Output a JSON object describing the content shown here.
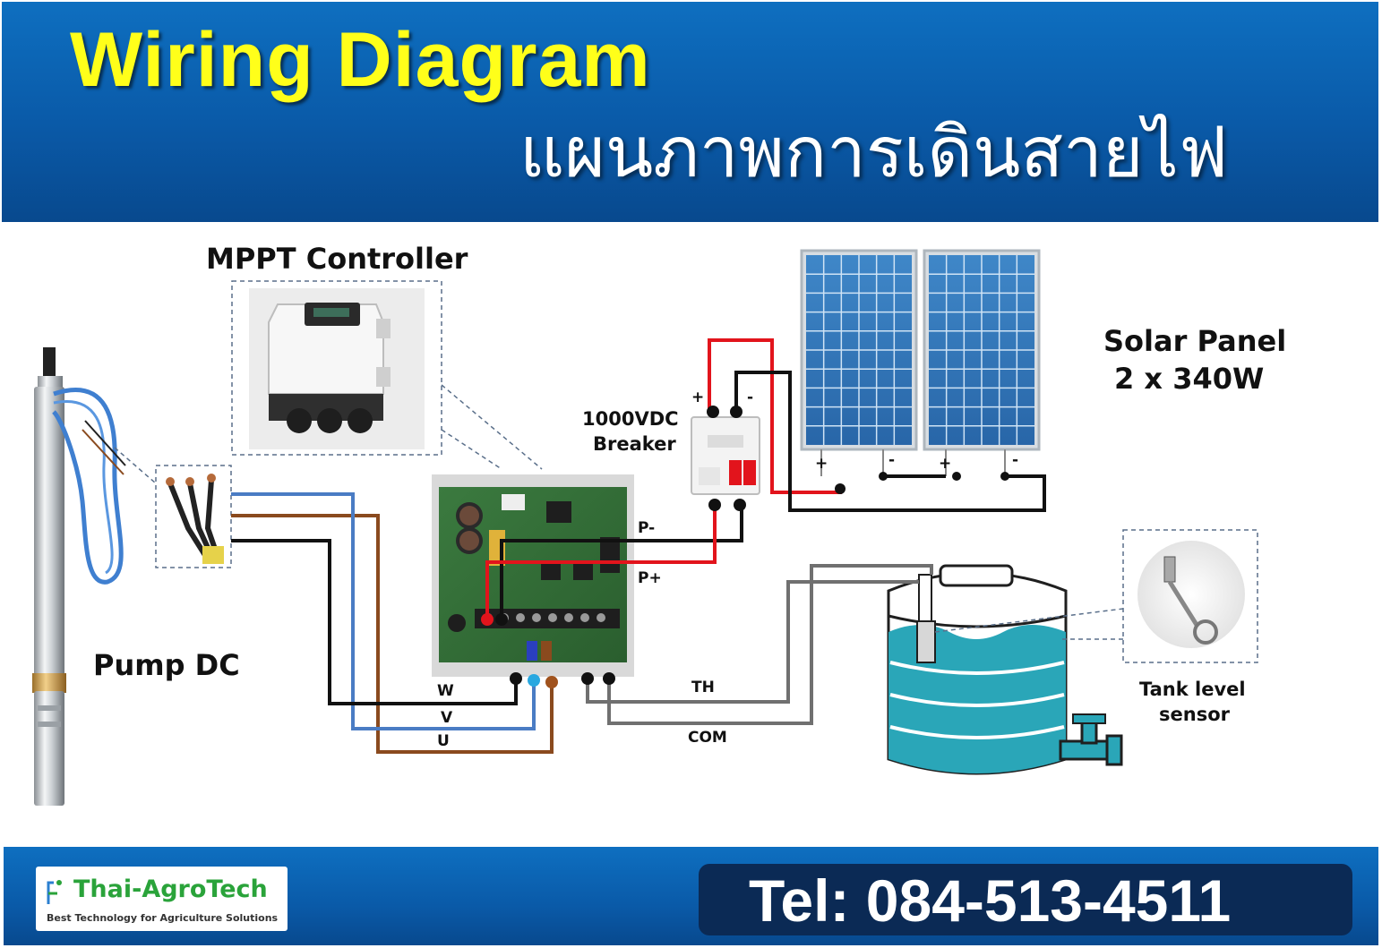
{
  "header": {
    "title_en": "Wiring Diagram",
    "title_th": "แผนภาพการเดินสายไฟ"
  },
  "components": {
    "controller_label": "MPPT Controller",
    "pump_label": "Pump DC",
    "breaker_line1": "1000VDC",
    "breaker_line2": "Breaker",
    "solar_line1": "Solar Panel",
    "solar_line2": "2 x 340W",
    "sensor_line1": "Tank level",
    "sensor_line2": "sensor"
  },
  "terminals": {
    "p_minus": "P-",
    "p_plus": "P+",
    "w": "W",
    "v": "V",
    "u": "U",
    "th": "TH",
    "com": "COM",
    "breaker_plus": "+",
    "breaker_minus": "-",
    "panel1_plus": "+",
    "panel1_minus": "-",
    "panel2_plus": "+",
    "panel2_minus": "-"
  },
  "footer": {
    "company": "Thai-AgroTech",
    "tagline": "Best Technology for Agriculture Solutions",
    "tel": "Tel: 084-513-4511"
  },
  "colors": {
    "header_blue": "#0a5aa8",
    "title_yellow": "#ffff1a",
    "wire_red": "#e2141c",
    "wire_black": "#111111",
    "wire_blue": "#4a7cc4",
    "wire_brown": "#8a4a1e",
    "wire_gray": "#707070",
    "water": "#2aa6b8"
  }
}
